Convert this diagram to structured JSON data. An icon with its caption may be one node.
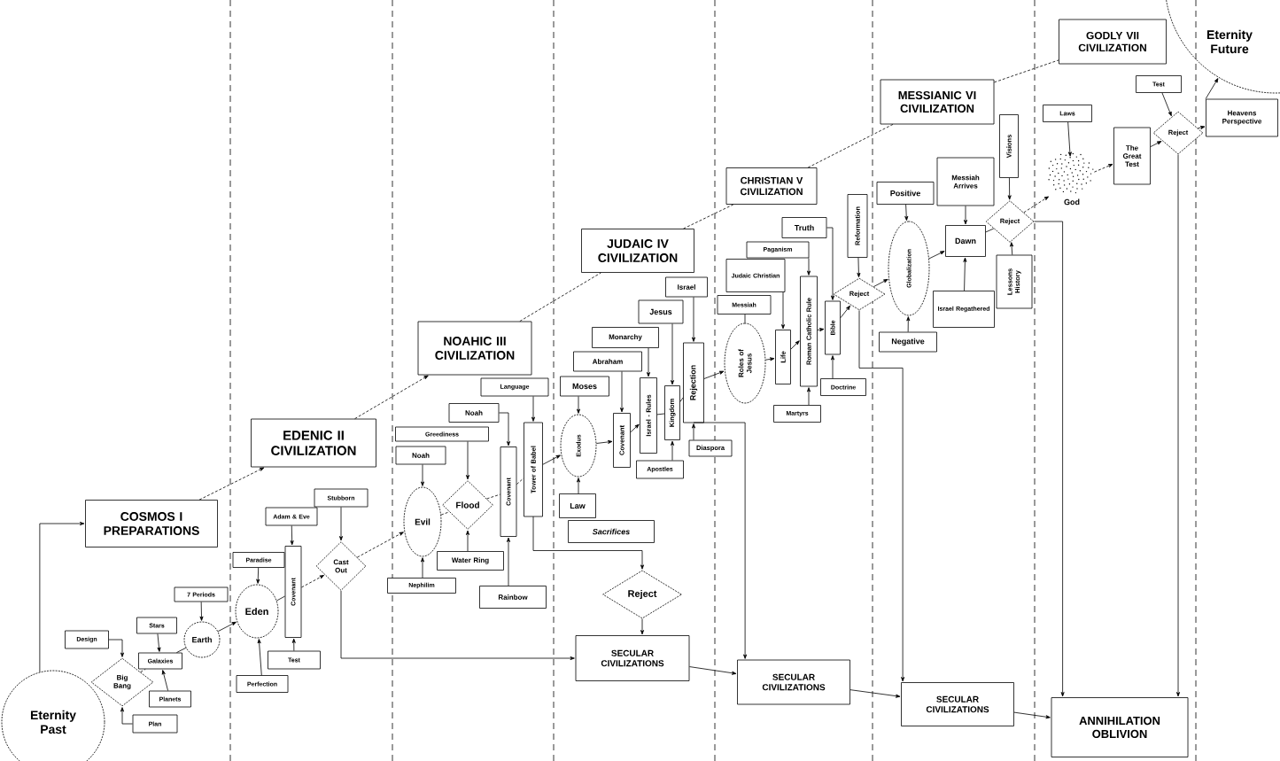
{
  "diagram": {
    "nodes": [
      {
        "text": [
          "Eternity Past"
        ]
      },
      {
        "text": [
          "COSMOS I PREPARATIONS"
        ]
      },
      {
        "text": [
          "Design"
        ]
      },
      {
        "text": [
          "Big Bang"
        ]
      },
      {
        "text": [
          "Plan"
        ]
      },
      {
        "text": [
          "Stars"
        ]
      },
      {
        "text": [
          "Galaxies"
        ]
      },
      {
        "text": [
          "Planets"
        ]
      },
      {
        "text": [
          "Earth"
        ]
      },
      {
        "text": [
          "7 Periods"
        ]
      },
      {
        "text": [
          "EDENIC II CIVILIZATION"
        ]
      },
      {
        "text": [
          "Paradise"
        ]
      },
      {
        "text": [
          "Eden"
        ]
      },
      {
        "text": [
          "Perfection"
        ]
      },
      {
        "text": [
          "Adam & Eve"
        ]
      },
      {
        "text": [
          "Covenant"
        ]
      },
      {
        "text": [
          "Test"
        ]
      },
      {
        "text": [
          "Stubborn"
        ]
      },
      {
        "text": [
          "Cast Out"
        ]
      },
      {
        "text": [
          "NOAHIC III CIVILIZATION"
        ]
      },
      {
        "text": [
          "Greediness"
        ]
      },
      {
        "text": [
          "Noah"
        ]
      },
      {
        "text": [
          "Evil"
        ]
      },
      {
        "text": [
          "Nephilim"
        ]
      },
      {
        "text": [
          "Noah"
        ]
      },
      {
        "text": [
          "Flood"
        ]
      },
      {
        "text": [
          "Water Ring"
        ]
      },
      {
        "text": [
          "Covenant"
        ]
      },
      {
        "text": [
          "Rainbow"
        ]
      },
      {
        "text": [
          "Language"
        ]
      },
      {
        "text": [
          "Tower of Babel"
        ]
      },
      {
        "text": [
          "JUDAIC IV CIVILIZATION"
        ]
      },
      {
        "text": [
          "Moses"
        ]
      },
      {
        "text": [
          "Exodus"
        ]
      },
      {
        "text": [
          "Law"
        ]
      },
      {
        "text": [
          "Sacrifices"
        ]
      },
      {
        "text": [
          "Abraham"
        ]
      },
      {
        "text": [
          "Covenant"
        ]
      },
      {
        "text": [
          "Monarchy"
        ]
      },
      {
        "text": [
          "Israel - Rules"
        ]
      },
      {
        "text": [
          "Apostles"
        ]
      },
      {
        "text": [
          "Jesus"
        ]
      },
      {
        "text": [
          "Kingdom"
        ]
      },
      {
        "text": [
          "Israel"
        ]
      },
      {
        "text": [
          "Rejection"
        ]
      },
      {
        "text": [
          "Diaspora"
        ]
      },
      {
        "text": [
          "Reject"
        ]
      },
      {
        "text": [
          "SECULAR CIVILIZATIONS"
        ]
      },
      {
        "text": [
          "CHRISTIAN V CIVILIZATION"
        ]
      },
      {
        "text": [
          "Messiah"
        ]
      },
      {
        "text": [
          "Roles of Jesus"
        ]
      },
      {
        "text": [
          "Judaic Christian"
        ]
      },
      {
        "text": [
          "Life"
        ]
      },
      {
        "text": [
          "Paganism"
        ]
      },
      {
        "text": [
          "Roman Catholic Rule"
        ]
      },
      {
        "text": [
          "Martyrs"
        ]
      },
      {
        "text": [
          "Truth"
        ]
      },
      {
        "text": [
          "Bible"
        ]
      },
      {
        "text": [
          "Doctrine"
        ]
      },
      {
        "text": [
          "Reformation"
        ]
      },
      {
        "text": [
          "Reject"
        ]
      },
      {
        "text": [
          "SECULAR CIVILIZATIONS"
        ]
      },
      {
        "text": [
          "MESSIANIC VI CIVILIZATION"
        ]
      },
      {
        "text": [
          "Positive"
        ]
      },
      {
        "text": [
          "Globalization"
        ]
      },
      {
        "text": [
          "Negative"
        ]
      },
      {
        "text": [
          "Messiah Arrives"
        ]
      },
      {
        "text": [
          "Dawn"
        ]
      },
      {
        "text": [
          "Israel Regathered"
        ]
      },
      {
        "text": [
          "Visions"
        ]
      },
      {
        "text": [
          "Reject"
        ]
      },
      {
        "text": [
          "Lessons History"
        ]
      },
      {
        "text": [
          "SECULAR CIVILIZATIONS"
        ]
      },
      {
        "text": [
          "GODLY VII CIVILIZATION"
        ]
      },
      {
        "text": [
          "Laws"
        ]
      },
      {
        "text": [
          "God"
        ]
      },
      {
        "text": [
          "The Great Test"
        ]
      },
      {
        "text": [
          "Test"
        ]
      },
      {
        "text": [
          "Reject"
        ]
      },
      {
        "text": [
          "ANNIHILATION OBLIVION"
        ]
      },
      {
        "text": [
          "Eternity Future"
        ]
      },
      {
        "text": [
          "Heavens Perspective"
        ]
      }
    ],
    "edges": [
      {
        "from": 1,
        "to": 10,
        "arrow": "to",
        "style": "dashed"
      },
      {
        "from": 10,
        "to": 19,
        "arrow": "to",
        "style": "dashed"
      },
      {
        "from": 19,
        "to": 31,
        "arrow": "none",
        "style": "dashed"
      },
      {
        "from": 31,
        "to": 48,
        "arrow": "none",
        "style": "dashed"
      },
      {
        "from": 48,
        "to": 62,
        "arrow": "none",
        "style": "dashed"
      },
      {
        "from": 62,
        "to": 73,
        "arrow": "none",
        "style": "dashed"
      },
      {
        "from": 0,
        "to": 1,
        "arrow": "to"
      },
      {
        "from": 2,
        "to": 3,
        "arrow": "to"
      },
      {
        "from": 4,
        "to": 3,
        "arrow": "to"
      },
      {
        "from": 3,
        "to": 6,
        "arrow": "none",
        "style": "dashed"
      },
      {
        "from": 5,
        "to": 6,
        "arrow": "to"
      },
      {
        "from": 7,
        "to": 6,
        "arrow": "to"
      },
      {
        "from": 6,
        "to": 8,
        "arrow": "none"
      },
      {
        "from": 9,
        "to": 8,
        "arrow": "to"
      },
      {
        "from": 8,
        "to": 12,
        "arrow": "to"
      },
      {
        "from": 11,
        "to": 12,
        "arrow": "to"
      },
      {
        "from": 13,
        "to": 12,
        "arrow": "to"
      },
      {
        "from": 12,
        "to": 15,
        "arrow": "none"
      },
      {
        "from": 14,
        "to": 15,
        "arrow": "to"
      },
      {
        "from": 16,
        "to": 15,
        "arrow": "to"
      },
      {
        "from": 15,
        "to": 18,
        "arrow": "to",
        "style": "dashed"
      },
      {
        "from": 17,
        "to": 18,
        "arrow": "to"
      },
      {
        "from": 18,
        "to": 22,
        "arrow": "to",
        "style": "dashed"
      },
      {
        "from": 18,
        "to": 47,
        "arrow": "to"
      },
      {
        "from": 21,
        "to": 22,
        "arrow": "to"
      },
      {
        "from": 23,
        "to": 22,
        "arrow": "to"
      },
      {
        "from": 22,
        "to": 25,
        "arrow": "none",
        "style": "dashed"
      },
      {
        "from": 20,
        "to": 25,
        "arrow": "to"
      },
      {
        "from": 26,
        "to": 25,
        "arrow": "to"
      },
      {
        "from": 25,
        "to": 27,
        "arrow": "none",
        "style": "dashed"
      },
      {
        "from": 24,
        "to": 27,
        "arrow": "to"
      },
      {
        "from": 28,
        "to": 27,
        "arrow": "to"
      },
      {
        "from": 27,
        "to": 30,
        "arrow": "none",
        "style": "dashed"
      },
      {
        "from": 29,
        "to": 30,
        "arrow": "to"
      },
      {
        "from": 30,
        "to": 33,
        "arrow": "to"
      },
      {
        "from": 30,
        "to": 46,
        "arrow": "to"
      },
      {
        "from": 32,
        "to": 33,
        "arrow": "to"
      },
      {
        "from": 34,
        "to": 33,
        "arrow": "to"
      },
      {
        "from": 33,
        "to": 37,
        "arrow": "to"
      },
      {
        "from": 36,
        "to": 37,
        "arrow": "to"
      },
      {
        "from": 37,
        "to": 39,
        "arrow": "to"
      },
      {
        "from": 38,
        "to": 39,
        "arrow": "to"
      },
      {
        "from": 39,
        "to": 42,
        "arrow": "none"
      },
      {
        "from": 40,
        "to": 42,
        "arrow": "to"
      },
      {
        "from": 41,
        "to": 42,
        "arrow": "to"
      },
      {
        "from": 42,
        "to": 44,
        "arrow": "none"
      },
      {
        "from": 43,
        "to": 44,
        "arrow": "to"
      },
      {
        "from": 45,
        "to": 44,
        "arrow": "to"
      },
      {
        "from": 44,
        "to": 50,
        "arrow": "to"
      },
      {
        "from": 44,
        "to": 61,
        "arrow": "to"
      },
      {
        "from": 46,
        "to": 47,
        "arrow": "to"
      },
      {
        "from": 47,
        "to": 61,
        "arrow": "to"
      },
      {
        "from": 61,
        "to": 72,
        "arrow": "to"
      },
      {
        "from": 72,
        "to": 79,
        "arrow": "to"
      },
      {
        "from": 49,
        "to": 50,
        "arrow": "none"
      },
      {
        "from": 50,
        "to": 52,
        "arrow": "to"
      },
      {
        "from": 51,
        "to": 52,
        "arrow": "to"
      },
      {
        "from": 52,
        "to": 54,
        "arrow": "to"
      },
      {
        "from": 53,
        "to": 54,
        "arrow": "to"
      },
      {
        "from": 55,
        "to": 54,
        "arrow": "to"
      },
      {
        "from": 54,
        "to": 57,
        "arrow": "to"
      },
      {
        "from": 56,
        "to": 57,
        "arrow": "to"
      },
      {
        "from": 58,
        "to": 57,
        "arrow": "to"
      },
      {
        "from": 57,
        "to": 60,
        "arrow": "to"
      },
      {
        "from": 59,
        "to": 60,
        "arrow": "to"
      },
      {
        "from": 60,
        "to": 64,
        "arrow": "to"
      },
      {
        "from": 60,
        "to": 72,
        "arrow": "to"
      },
      {
        "from": 63,
        "to": 64,
        "arrow": "to"
      },
      {
        "from": 65,
        "to": 64,
        "arrow": "to"
      },
      {
        "from": 64,
        "to": 67,
        "arrow": "to"
      },
      {
        "from": 66,
        "to": 67,
        "arrow": "to"
      },
      {
        "from": 68,
        "to": 67,
        "arrow": "to"
      },
      {
        "from": 67,
        "to": 70,
        "arrow": "none"
      },
      {
        "from": 69,
        "to": 70,
        "arrow": "to"
      },
      {
        "from": 71,
        "to": 70,
        "arrow": "to"
      },
      {
        "from": 70,
        "to": 75,
        "arrow": "to",
        "style": "dashed"
      },
      {
        "from": 70,
        "to": 79,
        "arrow": "to"
      },
      {
        "from": 74,
        "to": 75,
        "arrow": "to"
      },
      {
        "from": 75,
        "to": 76,
        "arrow": "to",
        "style": "dashed"
      },
      {
        "from": 76,
        "to": 78,
        "arrow": "to"
      },
      {
        "from": 77,
        "to": 78,
        "arrow": "to"
      },
      {
        "from": 78,
        "to": 79,
        "arrow": "to"
      },
      {
        "from": 78,
        "to": 81,
        "arrow": "to"
      },
      {
        "from": 81,
        "to": 80,
        "arrow": "to"
      }
    ]
  }
}
